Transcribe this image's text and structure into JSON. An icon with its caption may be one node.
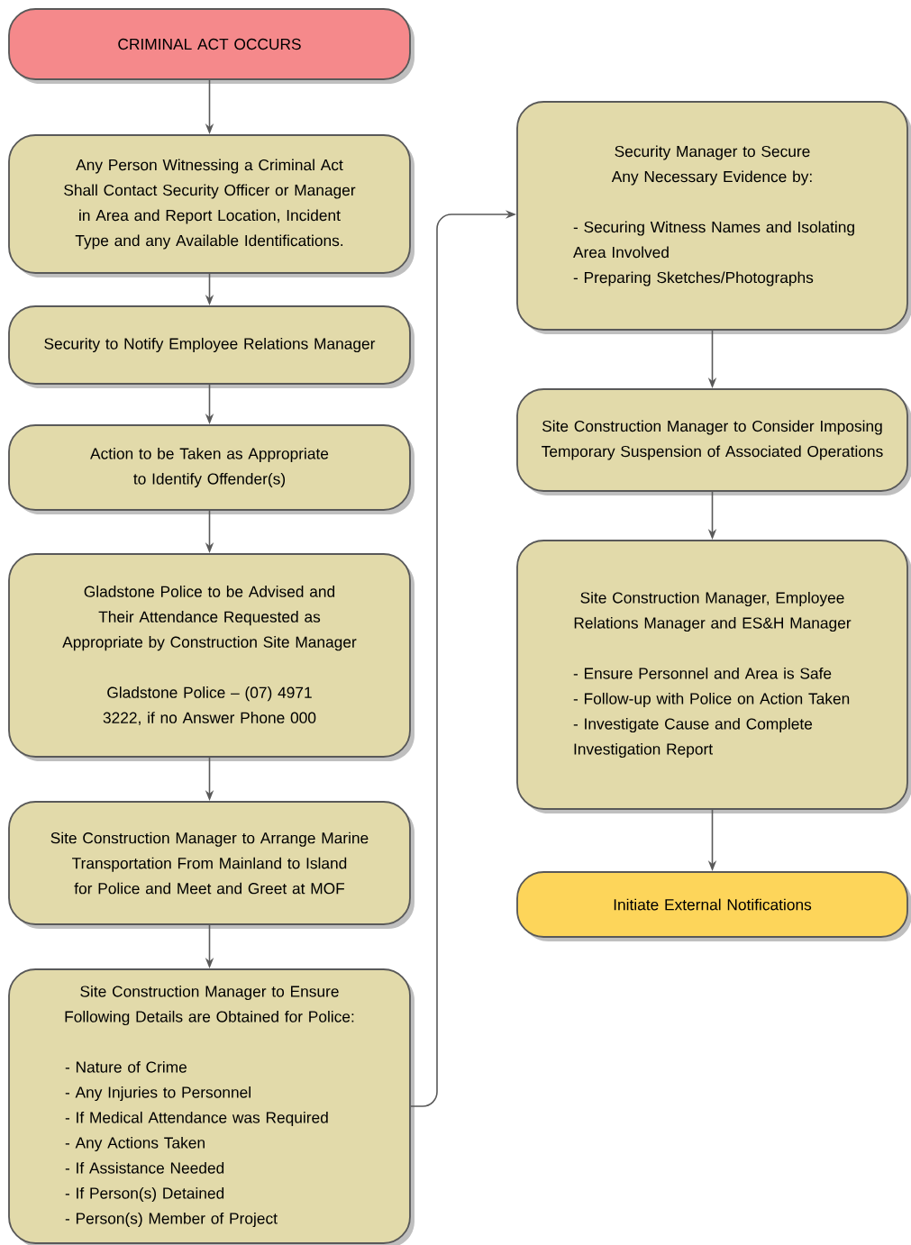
{
  "diagram": {
    "nodes": [
      {
        "text": [
          "CRIMINAL ACT OCCURS"
        ]
      },
      {
        "text": [
          "Any Person Witnessing a Criminal Act Shall Contact Security Officer or Manager in Area and Report Location, Incident Type and any Available Identifications."
        ]
      },
      {
        "text": [
          "Security to Notify Employee Relations Manager"
        ]
      },
      {
        "text": [
          "Action to be Taken as Appropriate to Identify Offender(s)"
        ]
      },
      {
        "text": [
          "Gladstone Police to be Advised and Their Attendance Requested as Appropriate by Construction Site Manager",
          "Gladstone Police – (07) 4971 3222, if no Answer Phone 000"
        ]
      },
      {
        "text": [
          "Site Construction Manager to Arrange Marine Transportation From Mainland to Island for Police and Meet and Greet at MOF"
        ]
      },
      {
        "text": [
          "Site Construction Manager to Ensure Following Details are Obtained for Police:",
          "- Nature of Crime",
          "- Any Injuries to Personnel",
          "- If Medical Attendance was Required",
          "- Any Actions Taken",
          "- If Assistance Needed",
          "- If Person(s) Detained",
          "- Person(s) Member of Project"
        ]
      },
      {
        "text": [
          "Security Manager to Secure Any Necessary Evidence by:",
          "- Securing Witness Names and Isolating Area Involved",
          "- Preparing Sketches/Photographs"
        ]
      },
      {
        "text": [
          "Site Construction Manager to Consider Imposing Temporary Suspension of Associated Operations"
        ]
      },
      {
        "text": [
          "Site Construction Manager, Employee Relations Manager and ES&H Manager",
          "- Ensure Personnel and Area is Safe",
          "- Follow-up with Police on Action Taken",
          "- Investigate Cause and Complete Investigation Report"
        ]
      },
      {
        "text": [
          "Initiate External Notifications"
        ]
      }
    ],
    "edges": [
      {
        "from": 0,
        "to": 1,
        "arrow": "to"
      },
      {
        "from": 1,
        "to": 2,
        "arrow": "to"
      },
      {
        "from": 2,
        "to": 3,
        "arrow": "to"
      },
      {
        "from": 3,
        "to": 4,
        "arrow": "to"
      },
      {
        "from": 4,
        "to": 5,
        "arrow": "to"
      },
      {
        "from": 5,
        "to": 6,
        "arrow": "to"
      },
      {
        "from": 6,
        "to": 7,
        "arrow": "to"
      },
      {
        "from": 7,
        "to": 8,
        "arrow": "to"
      },
      {
        "from": 8,
        "to": 9,
        "arrow": "to"
      },
      {
        "from": 9,
        "to": 10,
        "arrow": "to"
      }
    ]
  }
}
